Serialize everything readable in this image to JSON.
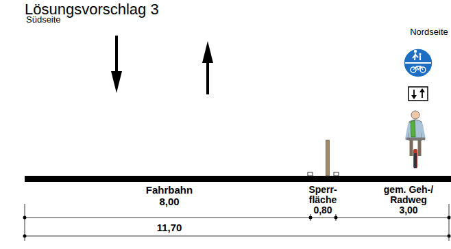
{
  "diagram": {
    "title": "Lösungsvorschlag 3",
    "labels": [
      "Südseite",
      "Nordseite",
      "Fahrbahn",
      "8,00",
      "Sperr- fläche",
      "0,80",
      "gem. Geh-/ Radweg",
      "3,00",
      "11,70"
    ]
  }
}
